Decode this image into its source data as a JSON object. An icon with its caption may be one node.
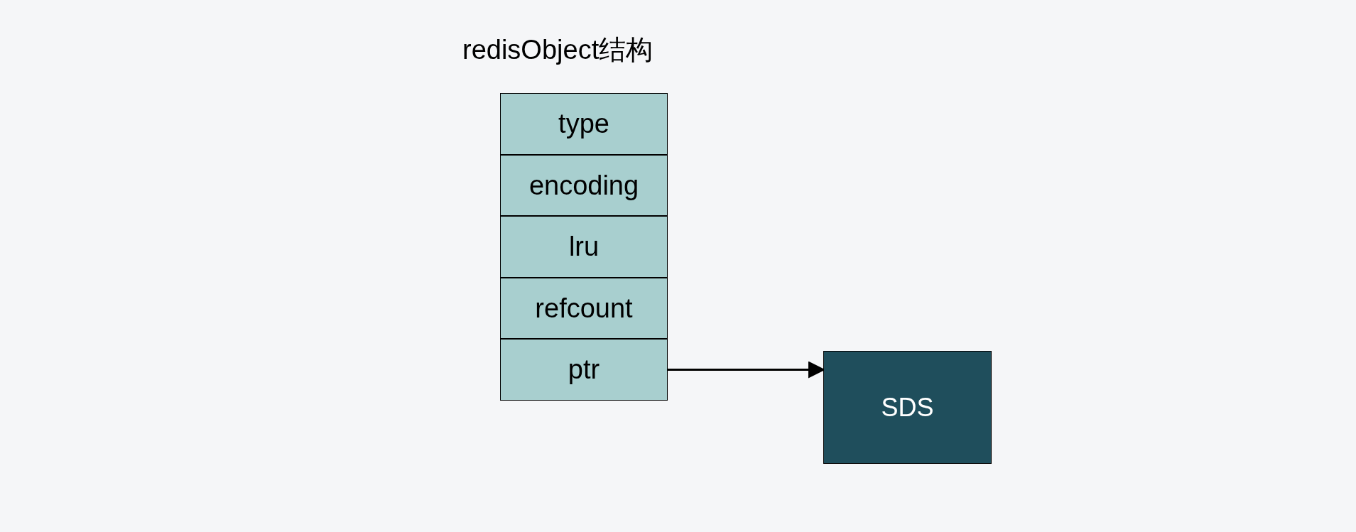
{
  "diagram": {
    "title": "redisObject结构",
    "nodes": [
      {
        "text": [
          "type"
        ]
      },
      {
        "text": [
          "encoding"
        ]
      },
      {
        "text": [
          "lru"
        ]
      },
      {
        "text": [
          "refcount"
        ]
      },
      {
        "text": [
          "ptr"
        ]
      },
      {
        "text": [
          "SDS"
        ]
      }
    ],
    "edges": [
      {
        "from": 4,
        "to": 5,
        "arrow": "to"
      }
    ]
  }
}
